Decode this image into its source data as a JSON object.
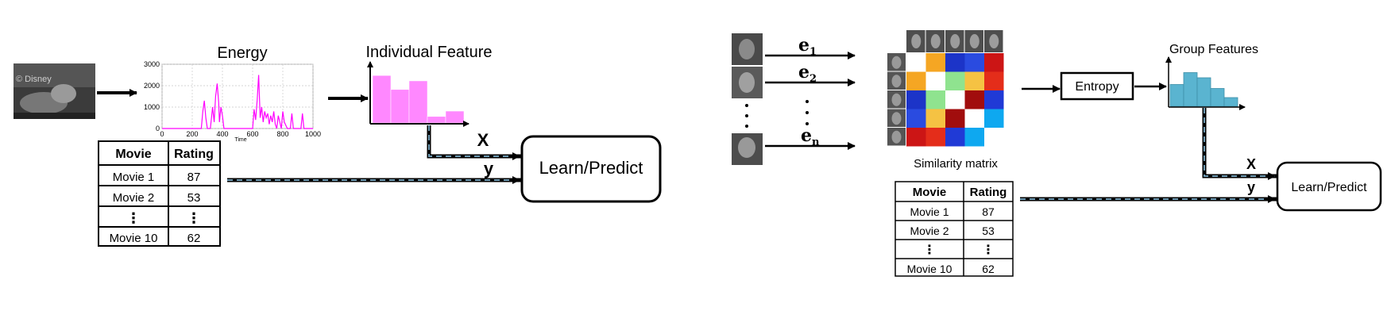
{
  "left": {
    "movie_frame": {
      "watermark": "© Disney"
    },
    "energy_plot": {
      "title": "Energy",
      "xlabel": "Time",
      "color": "#ff00ff"
    },
    "individual_feature": {
      "title": "Individual Feature",
      "color": "#ff88ff",
      "values": [
        0.88,
        0.62,
        0.78,
        0.12,
        0.22
      ]
    },
    "x_label": "X",
    "y_label": "y",
    "learn_predict_label": "Learn/Predict",
    "table": {
      "headers": [
        "Movie",
        "Rating"
      ],
      "rows": [
        [
          "Movie 1",
          "87"
        ],
        [
          "Movie 2",
          "53"
        ],
        [
          "⋮",
          "⋮"
        ],
        [
          "Movie 10",
          "62"
        ]
      ]
    }
  },
  "right": {
    "vector_labels": {
      "e1": "e",
      "e1_sub": "1",
      "e2": "e",
      "e2_sub": "2",
      "en": "e",
      "en_sub": "n"
    },
    "similarity_caption": "Similarity matrix",
    "entropy_label": "Entropy",
    "group_features": {
      "title": "Group Features",
      "color": "#5ab4d0",
      "values": [
        0.55,
        0.85,
        0.72,
        0.45,
        0.22
      ]
    },
    "x_label": "X",
    "y_label": "y",
    "learn_predict_label": "Learn/Predict",
    "table": {
      "headers": [
        "Movie",
        "Rating"
      ],
      "rows": [
        [
          "Movie 1",
          "87"
        ],
        [
          "Movie 2",
          "53"
        ],
        [
          "⋮",
          "⋮"
        ],
        [
          "Movie 10",
          "62"
        ]
      ]
    },
    "similarity_colors": [
      [
        "#ffffff",
        "#f5a623",
        "#1c34c8",
        "#2a4be0",
        "#cc1515"
      ],
      [
        "#f5a623",
        "#ffffff",
        "#8fe38f",
        "#f5c243",
        "#e42d1a"
      ],
      [
        "#1c34c8",
        "#8fe38f",
        "#ffffff",
        "#a10d0d",
        "#203ad6"
      ],
      [
        "#2a4be0",
        "#f5c243",
        "#a10d0d",
        "#ffffff",
        "#0ea8f0"
      ],
      [
        "#cc1515",
        "#e42d1a",
        "#203ad6",
        "#0ea8f0",
        "#ffffff"
      ]
    ]
  },
  "chart_data": {
    "type": "line",
    "title": "Energy",
    "xlabel": "Time",
    "ylabel": "",
    "xlim": [
      0,
      1000
    ],
    "ylim": [
      0,
      3000
    ],
    "xticks": [
      "0",
      "200",
      "400",
      "600",
      "800",
      "1000"
    ],
    "yticks": [
      "0",
      "1000",
      "2000",
      "3000"
    ],
    "grid": true,
    "series": [
      {
        "x": [
          0,
          260,
          270,
          280,
          290,
          300,
          320,
          335,
          345,
          355,
          365,
          375,
          380,
          390,
          400,
          410,
          430,
          600,
          610,
          620,
          630,
          640,
          650,
          660,
          670,
          680,
          690,
          700,
          710,
          720,
          730,
          740,
          750,
          760,
          770,
          790,
          800,
          810,
          830,
          850,
          860,
          870,
          900,
          920,
          930,
          940,
          1000
        ],
        "values": [
          0,
          0,
          800,
          1300,
          500,
          0,
          0,
          1000,
          300,
          1500,
          2100,
          1200,
          300,
          1000,
          600,
          0,
          0,
          0,
          900,
          400,
          1300,
          2500,
          500,
          1000,
          300,
          800,
          500,
          700,
          200,
          600,
          300,
          800,
          200,
          0,
          600,
          0,
          800,
          300,
          0,
          0,
          700,
          0,
          0,
          0,
          700,
          0,
          0
        ]
      }
    ]
  }
}
